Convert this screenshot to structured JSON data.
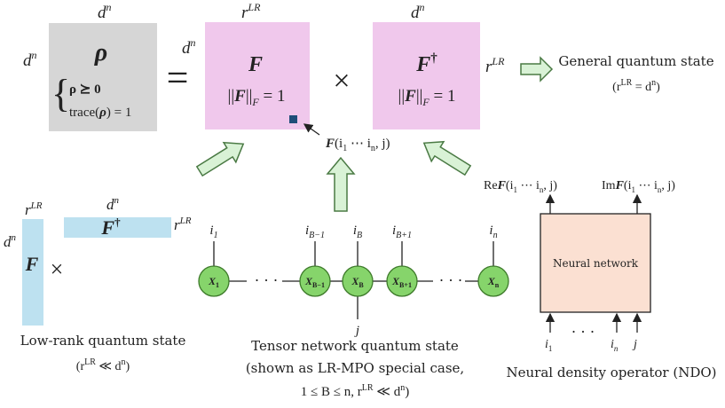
{
  "colors": {
    "gray_box": "#d6d6d6",
    "pink_box": "#f0c8ec",
    "blue_box": "#bde1f0",
    "node_fill": "#86d46b",
    "node_stroke": "#3d7a2a",
    "arrow_fill": "#d9f2d6",
    "arrow_stroke": "#4a7a44",
    "nn_fill": "#fbe0d2",
    "marker": "#1f4e79"
  },
  "icons": {
    "arrow": "block-arrow-icon",
    "marker": "small-square-marker-icon"
  },
  "top": {
    "rho_dim_top": "d",
    "rho_dim_top_sup": "n",
    "rho_dim_left": "d",
    "rho_dim_left_sup": "n",
    "rho_symbol": "ρ",
    "constraint_1": "ρ ⪰ 0",
    "constraint_2_pre": "trace(",
    "constraint_2_sym": "ρ",
    "constraint_2_post": ") = 1",
    "equals": "=",
    "f_dim_top": "r",
    "f_dim_top_sup": "LR",
    "f_dim_left": "d",
    "f_dim_left_sup": "n",
    "f_symbol": "F",
    "norm_pre": "||",
    "norm_sym": "F",
    "norm_post": "||",
    "norm_sub": "F",
    "norm_eq": " = 1",
    "times": "×",
    "fd_dim_top": "d",
    "fd_dim_top_sup": "n",
    "fd_dim_right": "r",
    "fd_dim_right_sup": "LR",
    "fd_symbol": "F",
    "dagger": "†",
    "general_label": "General quantum state",
    "general_cond_pre": "(r",
    "general_cond_sup": "LR",
    "general_cond_mid": " = d",
    "general_cond_sup2": "n",
    "general_cond_post": ")",
    "element_sym": "F",
    "element_args": "(i",
    "element_sub1": "1",
    "element_dots": " ⋯ i",
    "element_subn": "n",
    "element_end": ", j)"
  },
  "lowrank": {
    "dim_top": "r",
    "dim_top_sup": "LR",
    "dim_left": "d",
    "dim_left_sup": "n",
    "f_symbol": "F",
    "times": "×",
    "fd_dim_top": "d",
    "fd_dim_top_sup": "n",
    "fd_dim_right": "r",
    "fd_dim_right_sup": "LR",
    "fd_symbol": "F",
    "dagger": "†",
    "label": "Low-rank quantum state",
    "cond_pre": "(r",
    "cond_sup": "LR",
    "cond_mid": " ≪ d",
    "cond_sup2": "n",
    "cond_post": ")"
  },
  "tensor": {
    "nodes": [
      {
        "sym": "X",
        "sub": "1",
        "index": "i",
        "index_sub": "1"
      },
      {
        "sym": "X",
        "sub": "B−1",
        "index": "i",
        "index_sub": "B−1"
      },
      {
        "sym": "X",
        "sub": "B",
        "index": "i",
        "index_sub": "B"
      },
      {
        "sym": "X",
        "sub": "B+1",
        "index": "i",
        "index_sub": "B+1"
      },
      {
        "sym": "X",
        "sub": "n",
        "index": "i",
        "index_sub": "n"
      }
    ],
    "dots": "· · ·",
    "bottom_index": "j",
    "label_1": "Tensor network quantum state",
    "label_2": "(shown as LR-MPO special case,",
    "label_3_pre": "1 ≤ B ≤ n,  r",
    "label_3_sup": "LR",
    "label_3_mid": " ≪ d",
    "label_3_sup2": "n",
    "label_3_post": ")"
  },
  "ndo": {
    "re_prefix": "Re",
    "im_prefix": "Im",
    "sym": "F",
    "args": "(i",
    "sub1": "1",
    "dots": " ⋯ i",
    "subn": "n",
    "end": ", j)",
    "box_label": "Neural network",
    "in_1": "i",
    "in_1_sub": "1",
    "in_dots": "· · ·",
    "in_n": "i",
    "in_n_sub": "n",
    "in_j": "j",
    "label": "Neural density operator (NDO)"
  }
}
